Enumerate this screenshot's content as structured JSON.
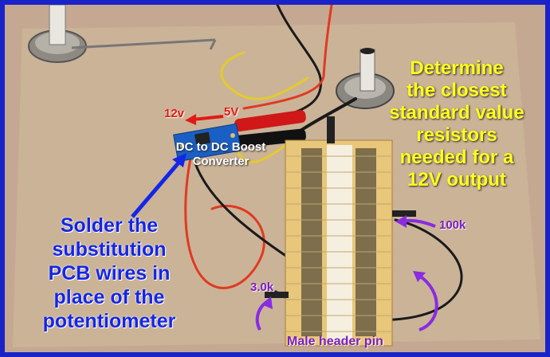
{
  "annotations": {
    "right_heading": "Determine\nthe closest\nstandard value\nresistors\nneeded for a\n12V output",
    "converter_label": "DC to DC Boost\nConverter",
    "solder_instruction": "Solder the\nsubstitution\nPCB wires in\nplace of the\npotentiometer",
    "volt_12": "12v",
    "volt_5": "5V",
    "resistor_100k": "100k",
    "resistor_3k": "3.0k",
    "header_pin": "Male header pin"
  },
  "colors": {
    "frame": "#1a23c8",
    "mat": "#c9ad93",
    "board": "#cdb59a",
    "heading_text": "#ffff1a",
    "instruction_text": "#1426e6",
    "voltage_text": "#e21a12",
    "callout_text": "#7a1fbf"
  }
}
